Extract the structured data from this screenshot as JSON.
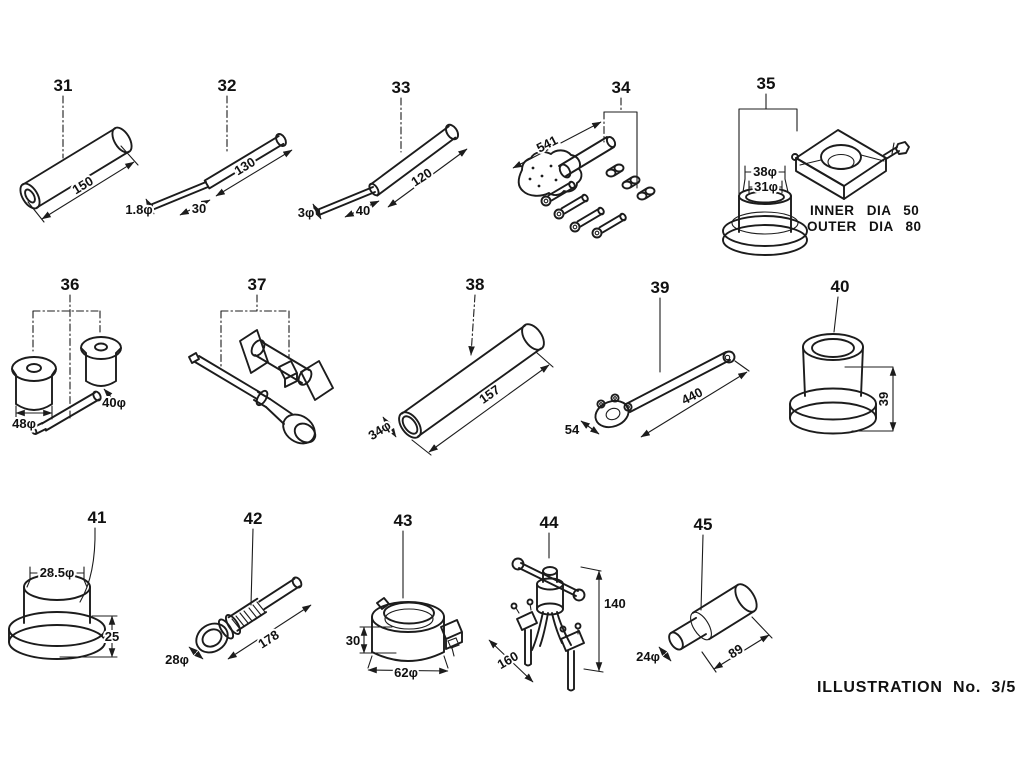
{
  "figure": {
    "caption": "ILLUSTRATION No. 3/5",
    "notes": {
      "inner": "INNER DIA 50",
      "outer": "OUTER DIA 80"
    },
    "ink_color": "#1c1c1c",
    "background_color": "#ffffff"
  },
  "tools": [
    {
      "num": "31",
      "dims": {
        "length": "150"
      }
    },
    {
      "num": "32",
      "dims": {
        "length": "130",
        "tip": "30",
        "dia": "1.8φ"
      }
    },
    {
      "num": "33",
      "dims": {
        "length": "120",
        "tip": "40",
        "dia": "3φ"
      }
    },
    {
      "num": "34",
      "dims": {
        "length": "541"
      }
    },
    {
      "num": "35",
      "dims": {
        "outer_dia": "38φ",
        "inner_dia": "31φ"
      }
    },
    {
      "num": "36",
      "dims": {
        "left_dia": "48φ",
        "right_dia": "40φ"
      }
    },
    {
      "num": "37",
      "dims": {}
    },
    {
      "num": "38",
      "dims": {
        "length": "157",
        "dia": "34φ"
      }
    },
    {
      "num": "39",
      "dims": {
        "length": "440",
        "head": "54"
      }
    },
    {
      "num": "40",
      "dims": {
        "height": "39"
      }
    },
    {
      "num": "41",
      "dims": {
        "dia": "28.5φ",
        "height": "25"
      }
    },
    {
      "num": "42",
      "dims": {
        "length": "178",
        "dia": "28φ"
      }
    },
    {
      "num": "43",
      "dims": {
        "height": "30",
        "dia": "62φ"
      }
    },
    {
      "num": "44",
      "dims": {
        "height": "140",
        "spread": "160"
      }
    },
    {
      "num": "45",
      "dims": {
        "length": "89",
        "dia": "24φ"
      }
    }
  ]
}
